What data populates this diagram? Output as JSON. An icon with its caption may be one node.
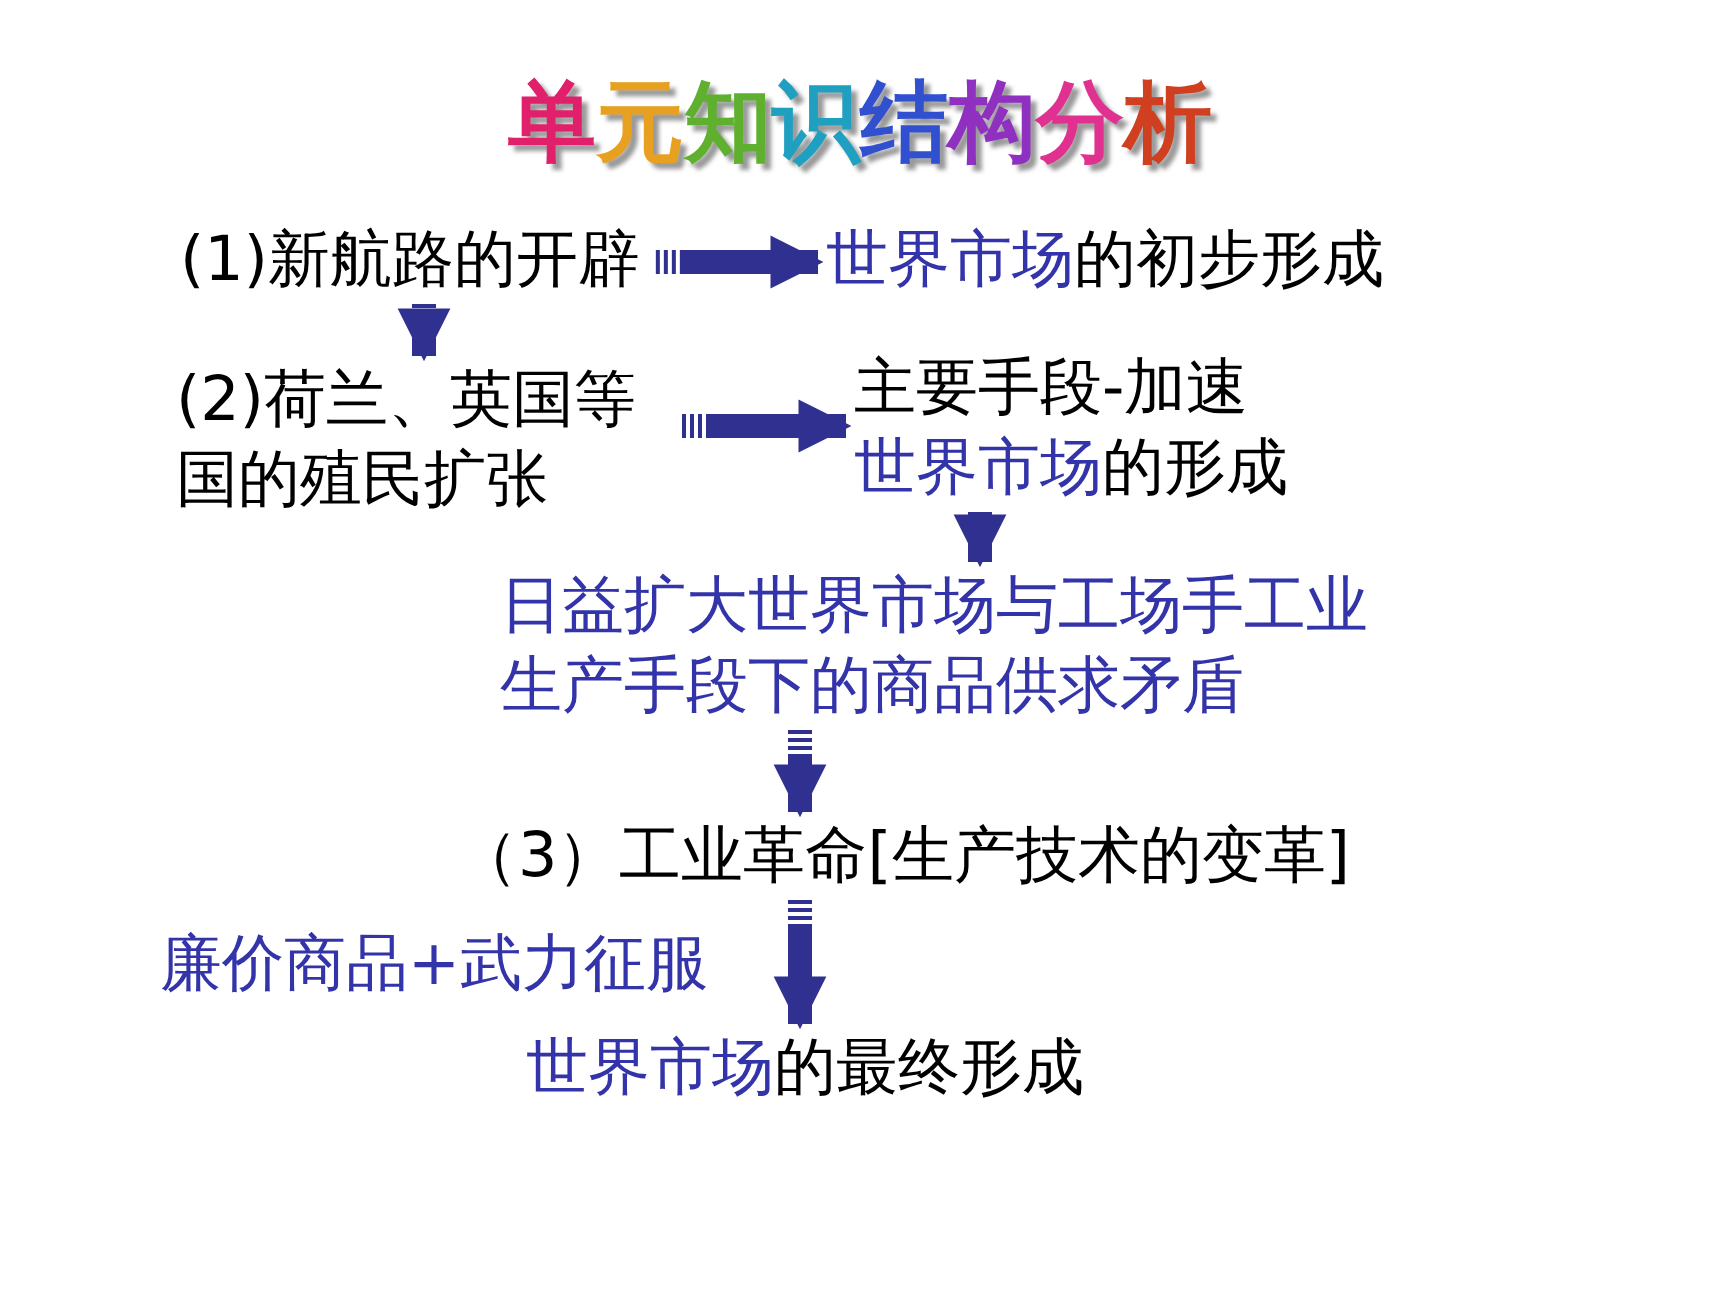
{
  "diagram": {
    "title": "单元知识结构分析",
    "nodes": [
      {
        "text": [
          "(1)新航路的开辟"
        ]
      },
      {
        "text": [
          "世界市场",
          "的初步形成"
        ]
      },
      {
        "text": [
          "(2)荷兰、英国等国的殖民扩张"
        ]
      },
      {
        "text": [
          "主要手段-加速",
          "世界市场",
          "的形成"
        ]
      },
      {
        "text": [
          "日益扩大世界市场与工场手工业生产手段下的商品供求矛盾"
        ]
      },
      {
        "text": [
          "（3）工业革命[生产技术的变革]"
        ]
      },
      {
        "text": [
          "世界市场",
          "的最终形成"
        ]
      }
    ],
    "edges": [
      {
        "from": 0,
        "to": 1,
        "arrow": "to"
      },
      {
        "from": 0,
        "to": 2,
        "arrow": "to"
      },
      {
        "from": 2,
        "to": 3,
        "arrow": "to"
      },
      {
        "from": 3,
        "to": 4,
        "arrow": "to"
      },
      {
        "from": 4,
        "to": 5,
        "arrow": "to"
      },
      {
        "from": 5,
        "to": 6,
        "arrow": "to",
        "label": "廉价商品+武力征服"
      }
    ]
  }
}
